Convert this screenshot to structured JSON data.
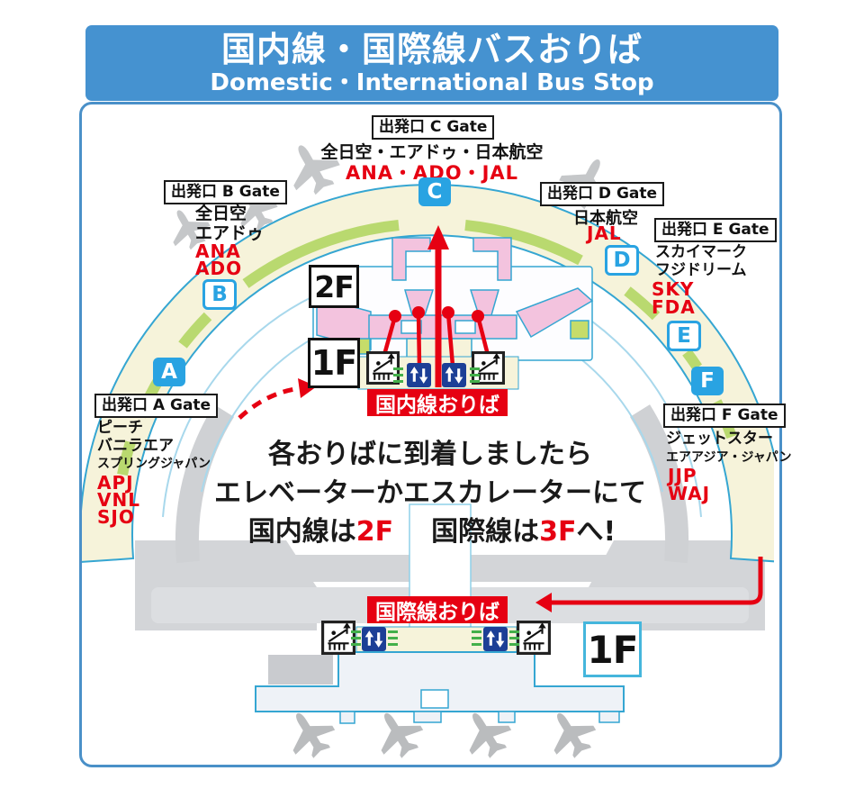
{
  "title": {
    "ja": "国内線・国際線バスおりば",
    "en": "Domestic・International Bus Stop"
  },
  "gates": [
    {
      "label": "出発口 A Gate",
      "letter": "A",
      "airlines": [
        "ピーチ",
        "バニラエア",
        "スプリングジャパン"
      ],
      "codes": [
        "APJ",
        "VNL",
        "SJO"
      ]
    },
    {
      "label": "出発口 B Gate",
      "letter": "B",
      "airlines": [
        "全日空",
        "エアドゥ"
      ],
      "codes": [
        "ANA",
        "ADO"
      ]
    },
    {
      "label": "出発口 C Gate",
      "letter": "C",
      "airlines": [
        "全日空・エアドゥ・日本航空"
      ],
      "codes": [
        "ANA・ADO・JAL"
      ]
    },
    {
      "label": "出発口 D Gate",
      "letter": "D",
      "airlines": [
        "日本航空"
      ],
      "codes": [
        "JAL"
      ]
    },
    {
      "label": "出発口 E Gate",
      "letter": "E",
      "airlines": [
        "スカイマーク",
        "フジドリーム"
      ],
      "codes": [
        "SKY",
        "FDA"
      ]
    },
    {
      "label": "出発口 F Gate",
      "letter": "F",
      "airlines": [
        "ジェットスター",
        "エアアジア・ジャパン"
      ],
      "codes": [
        "JJP",
        "WAJ"
      ]
    }
  ],
  "floors": {
    "f2_domestic": "2F",
    "f1_domestic": "1F",
    "f1_international": "1F"
  },
  "stops": {
    "domestic": "国内線おりば",
    "international": "国際線おりば"
  },
  "notice": {
    "line1": "各おりばに到着しましたら",
    "line2": "エレベーターかエスカレーターにて",
    "line3_pre": "国内線は",
    "line3_f2": "2F",
    "line3_mid": "国際線は",
    "line3_f3": "3F",
    "line3_post": "へ!"
  },
  "icons": {
    "escalator": "escalator-icon",
    "elevator": "elevator-icon",
    "airplane": "airplane-icon"
  },
  "colors": {
    "title_bg": "#4592d0",
    "frame_border": "#4a90c8",
    "band_fill": "#f6f3da",
    "band_stroke": "#35a6d2",
    "green_stripe": "#b9d96f",
    "accent_red": "#e60012",
    "gate_blue": "#29a3e2",
    "elevator_navy": "#1c3f96",
    "road_gray": "#d3d5d8",
    "plane_gray": "#c5c7c9",
    "pink": "#f3c3de"
  }
}
